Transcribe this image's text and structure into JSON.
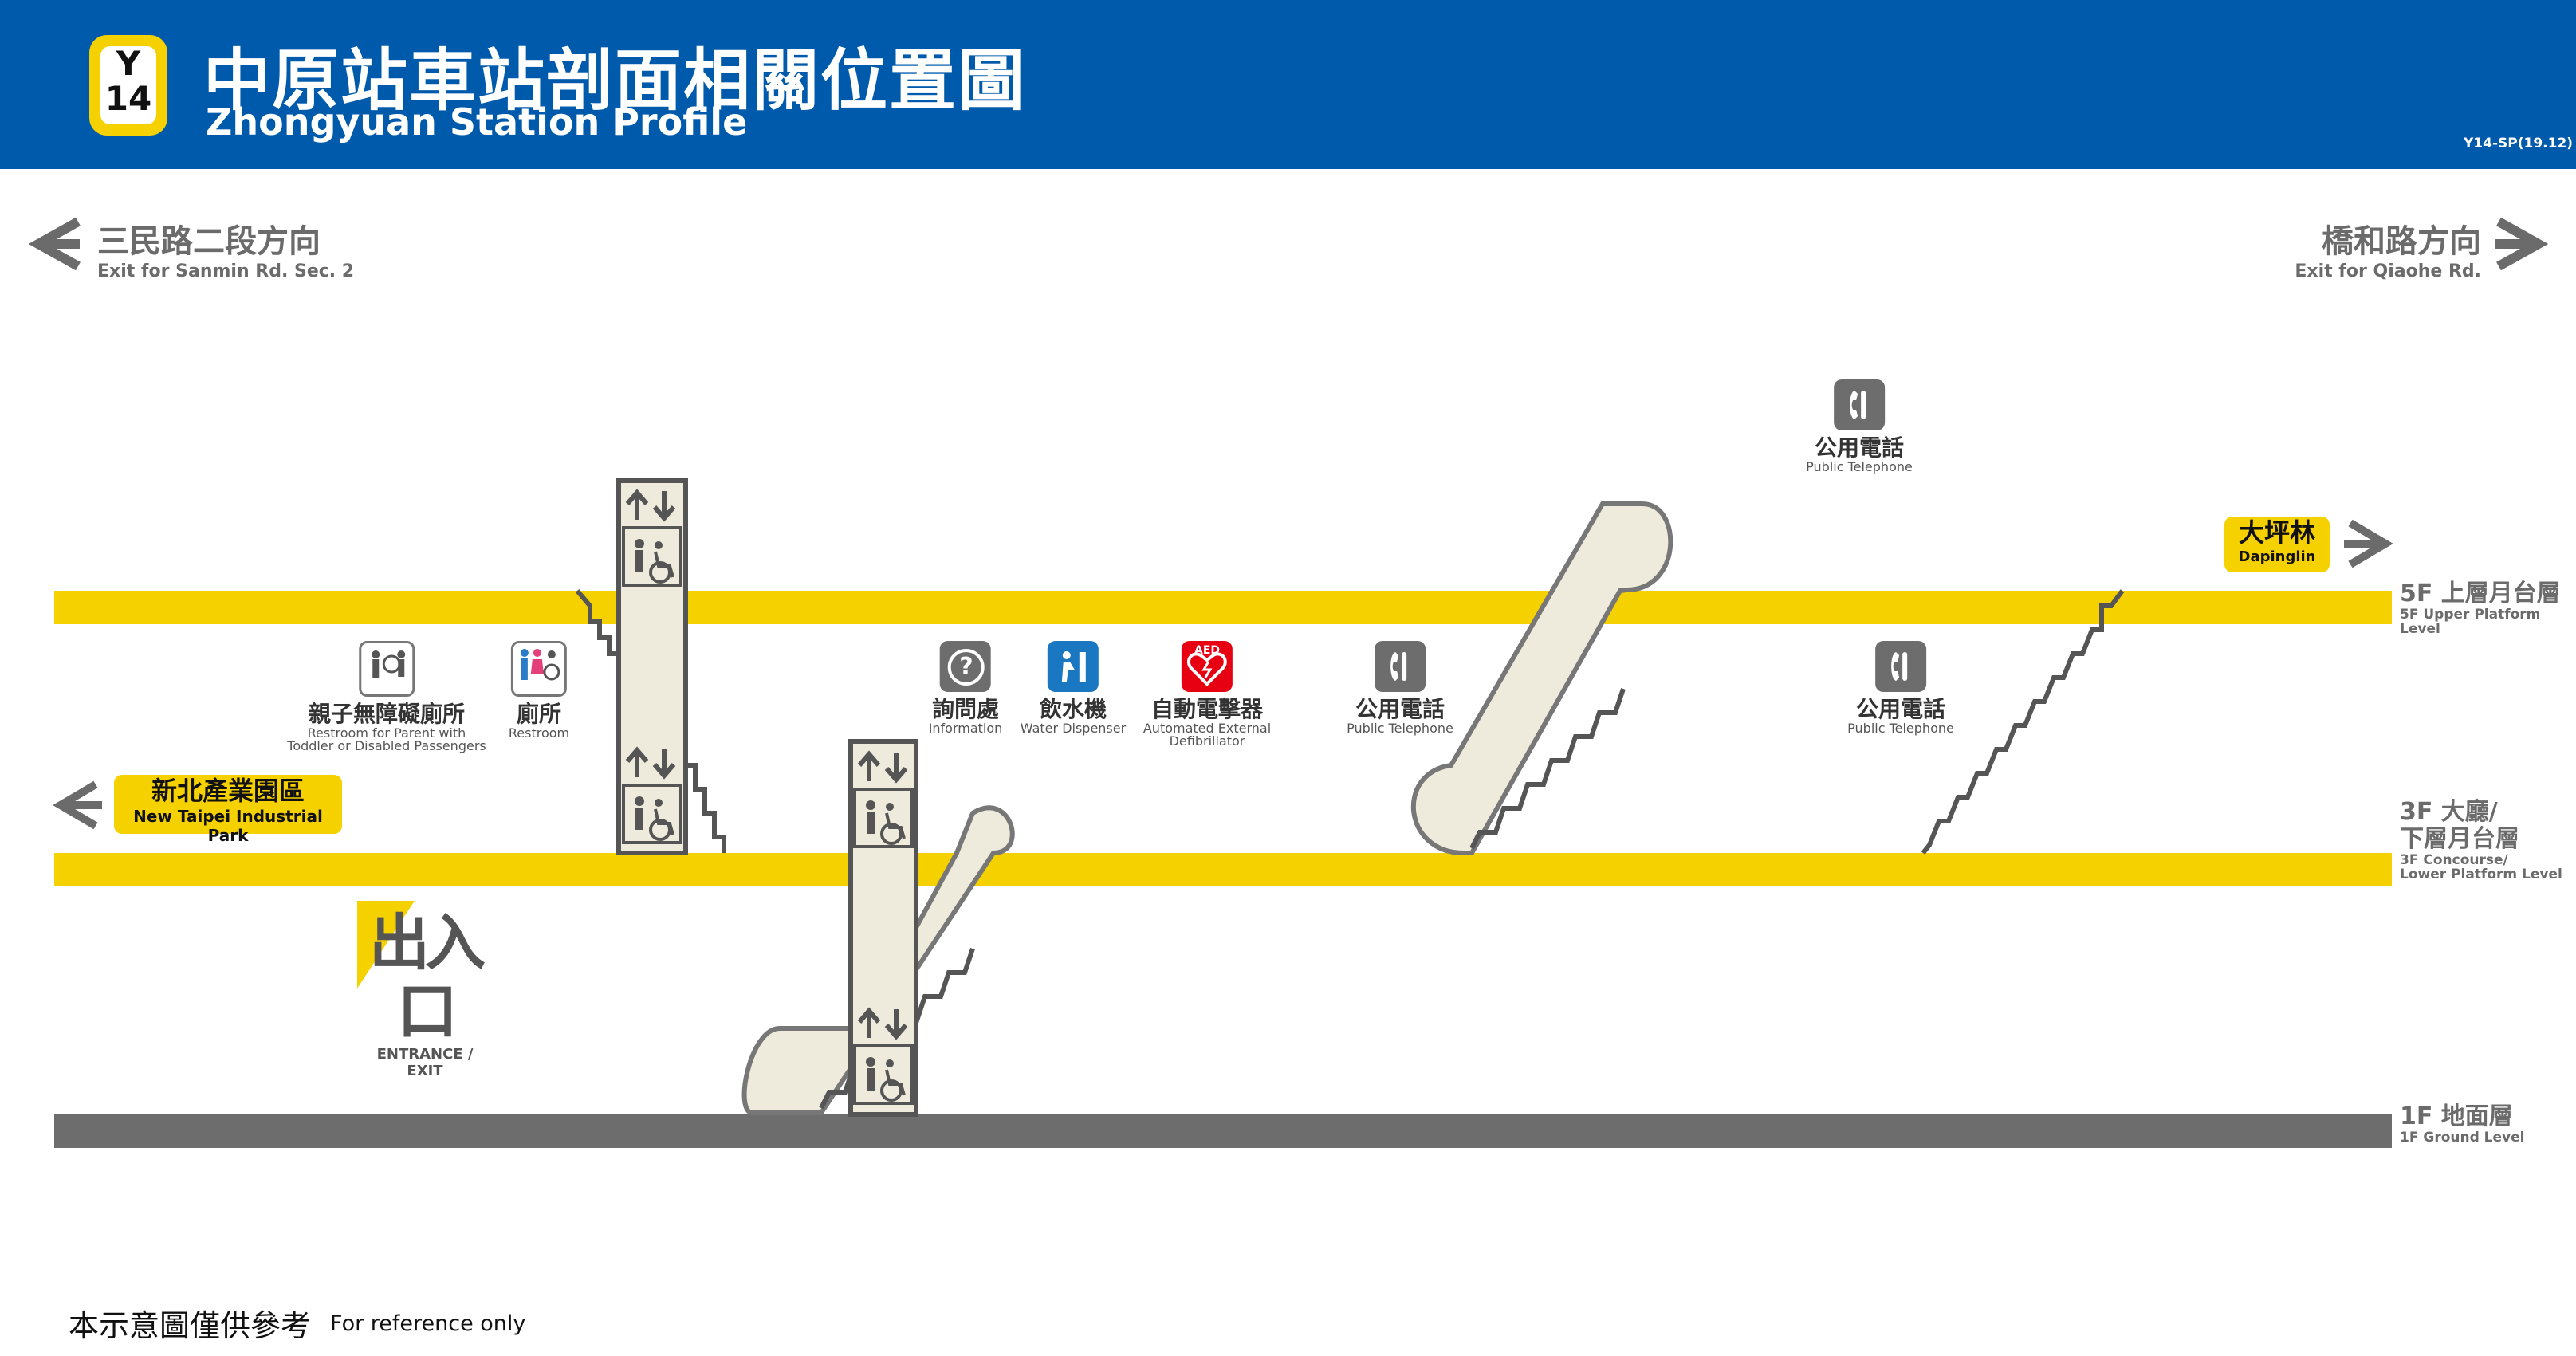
{
  "header": {
    "line_code": "Y",
    "station_number": "14",
    "title_zh": "中原站車站剖面相關位置圖",
    "title_en": "Zhongyuan Station Profile",
    "doc_code": "Y14-SP(19.12)"
  },
  "exits": {
    "left": {
      "zh": "三民路二段方向",
      "en": "Exit for Sanmin Rd. Sec. 2"
    },
    "right": {
      "zh": "橋和路方向",
      "en": "Exit for Qiaohe Rd."
    }
  },
  "directions": {
    "dapinglin": {
      "zh": "大坪林",
      "en": "Dapinglin"
    },
    "industrial_park": {
      "zh": "新北產業園區",
      "en": "New Taipei Industrial Park"
    }
  },
  "levels": {
    "5f": {
      "zh": "5F 上層月台層",
      "en": "5F Upper Platform Level"
    },
    "3f": {
      "zh_line1": "3F 大廳/",
      "zh_line2": "下層月台層",
      "en_line1": "3F Concourse/",
      "en_line2": "Lower Platform Level"
    },
    "1f": {
      "zh": "1F 地面層",
      "en": "1F Ground Level"
    }
  },
  "facilities": {
    "family_restroom": {
      "zh": "親子無障礙廁所",
      "en_line1": "Restroom for Parent with",
      "en_line2": "Toddler or Disabled Passengers"
    },
    "restroom": {
      "zh": "廁所",
      "en": "Restroom"
    },
    "information": {
      "zh": "詢問處",
      "en": "Information",
      "glyph": "?"
    },
    "water": {
      "zh": "飲水機",
      "en": "Water Dispenser"
    },
    "aed": {
      "zh": "自動電擊器",
      "en_line1": "Automated External",
      "en_line2": "Defibrillator",
      "glyph": "AED"
    },
    "phone_3f_center": {
      "zh": "公用電話",
      "en": "Public Telephone"
    },
    "phone_5f": {
      "zh": "公用電話",
      "en": "Public Telephone"
    },
    "phone_3f_right": {
      "zh": "公用電話",
      "en": "Public Telephone"
    }
  },
  "entrance": {
    "zh": "出入口",
    "en": "ENTRANCE / EXIT"
  },
  "footer": {
    "zh": "本示意圖僅供參考",
    "en": "For reference only"
  },
  "colors": {
    "header_blue": "#005aab",
    "platform_yellow": "#f6d100",
    "ground_gray": "#6d6d6d",
    "structure_beige": "#eeeadc",
    "aed_red": "#e60012",
    "water_blue": "#1a78c2"
  }
}
